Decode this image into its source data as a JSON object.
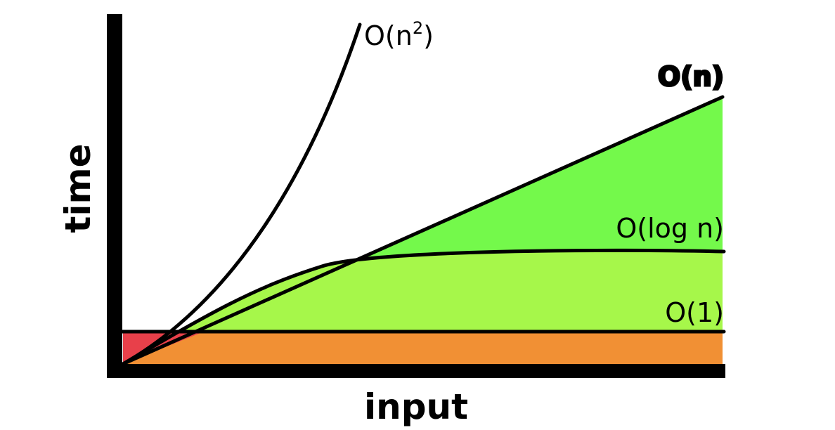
{
  "axes": {
    "x_label": "input",
    "y_label": "time"
  },
  "curves": [
    {
      "id": "quadratic",
      "label_base": "O(n",
      "label_sup": "2",
      "label_close": ")",
      "color": "#000000"
    },
    {
      "id": "linear",
      "label": "O(n)",
      "color": "#74f94b",
      "highlighted": true
    },
    {
      "id": "log",
      "label": "O(log n)",
      "color": "#000000"
    },
    {
      "id": "constant",
      "label": "O(1)",
      "color": "#000000"
    }
  ],
  "regions": {
    "linear_fill": "#74f94b",
    "log_fill": "#a6f74a",
    "constant_fill": "#f19034",
    "below_constant_fill": "#e8404a"
  }
}
